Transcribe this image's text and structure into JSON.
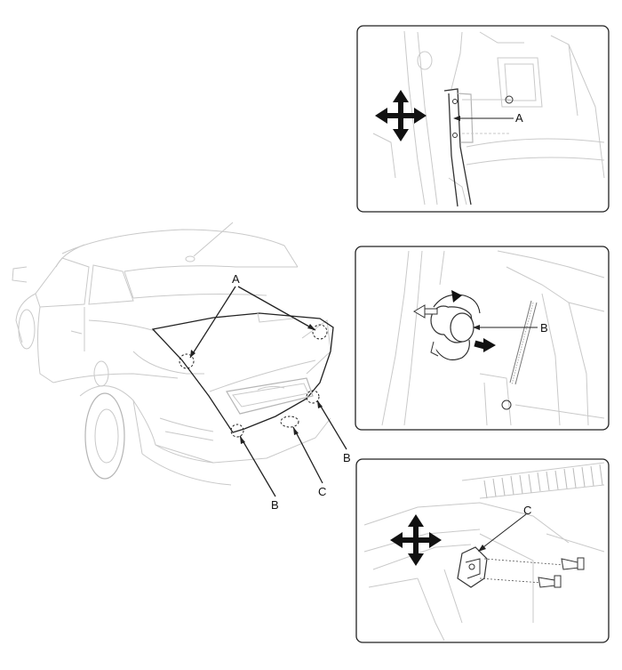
{
  "car": {
    "labels": {
      "a": "A",
      "b_left": "B",
      "b_right": "B",
      "c": "C"
    }
  },
  "detail_top": {
    "label": "A",
    "icon": "four-way-move-arrows-icon"
  },
  "detail_middle": {
    "label": "B",
    "icon": "rotate-arrows-icon"
  },
  "detail_bottom": {
    "label": "C",
    "icon": "four-way-move-arrows-icon"
  }
}
